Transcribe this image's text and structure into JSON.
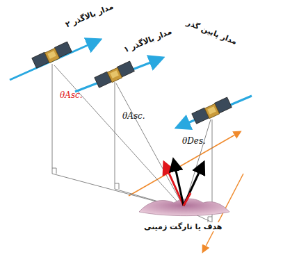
{
  "diagram": {
    "labels": [
      "مدار بالاگذر ۲",
      "مدار بالاگذر ۱",
      "مدار پایین گذر",
      "θAsc.",
      "θAsc.",
      "θDes.",
      "هدف یا تارگت زمینی"
    ]
  }
}
